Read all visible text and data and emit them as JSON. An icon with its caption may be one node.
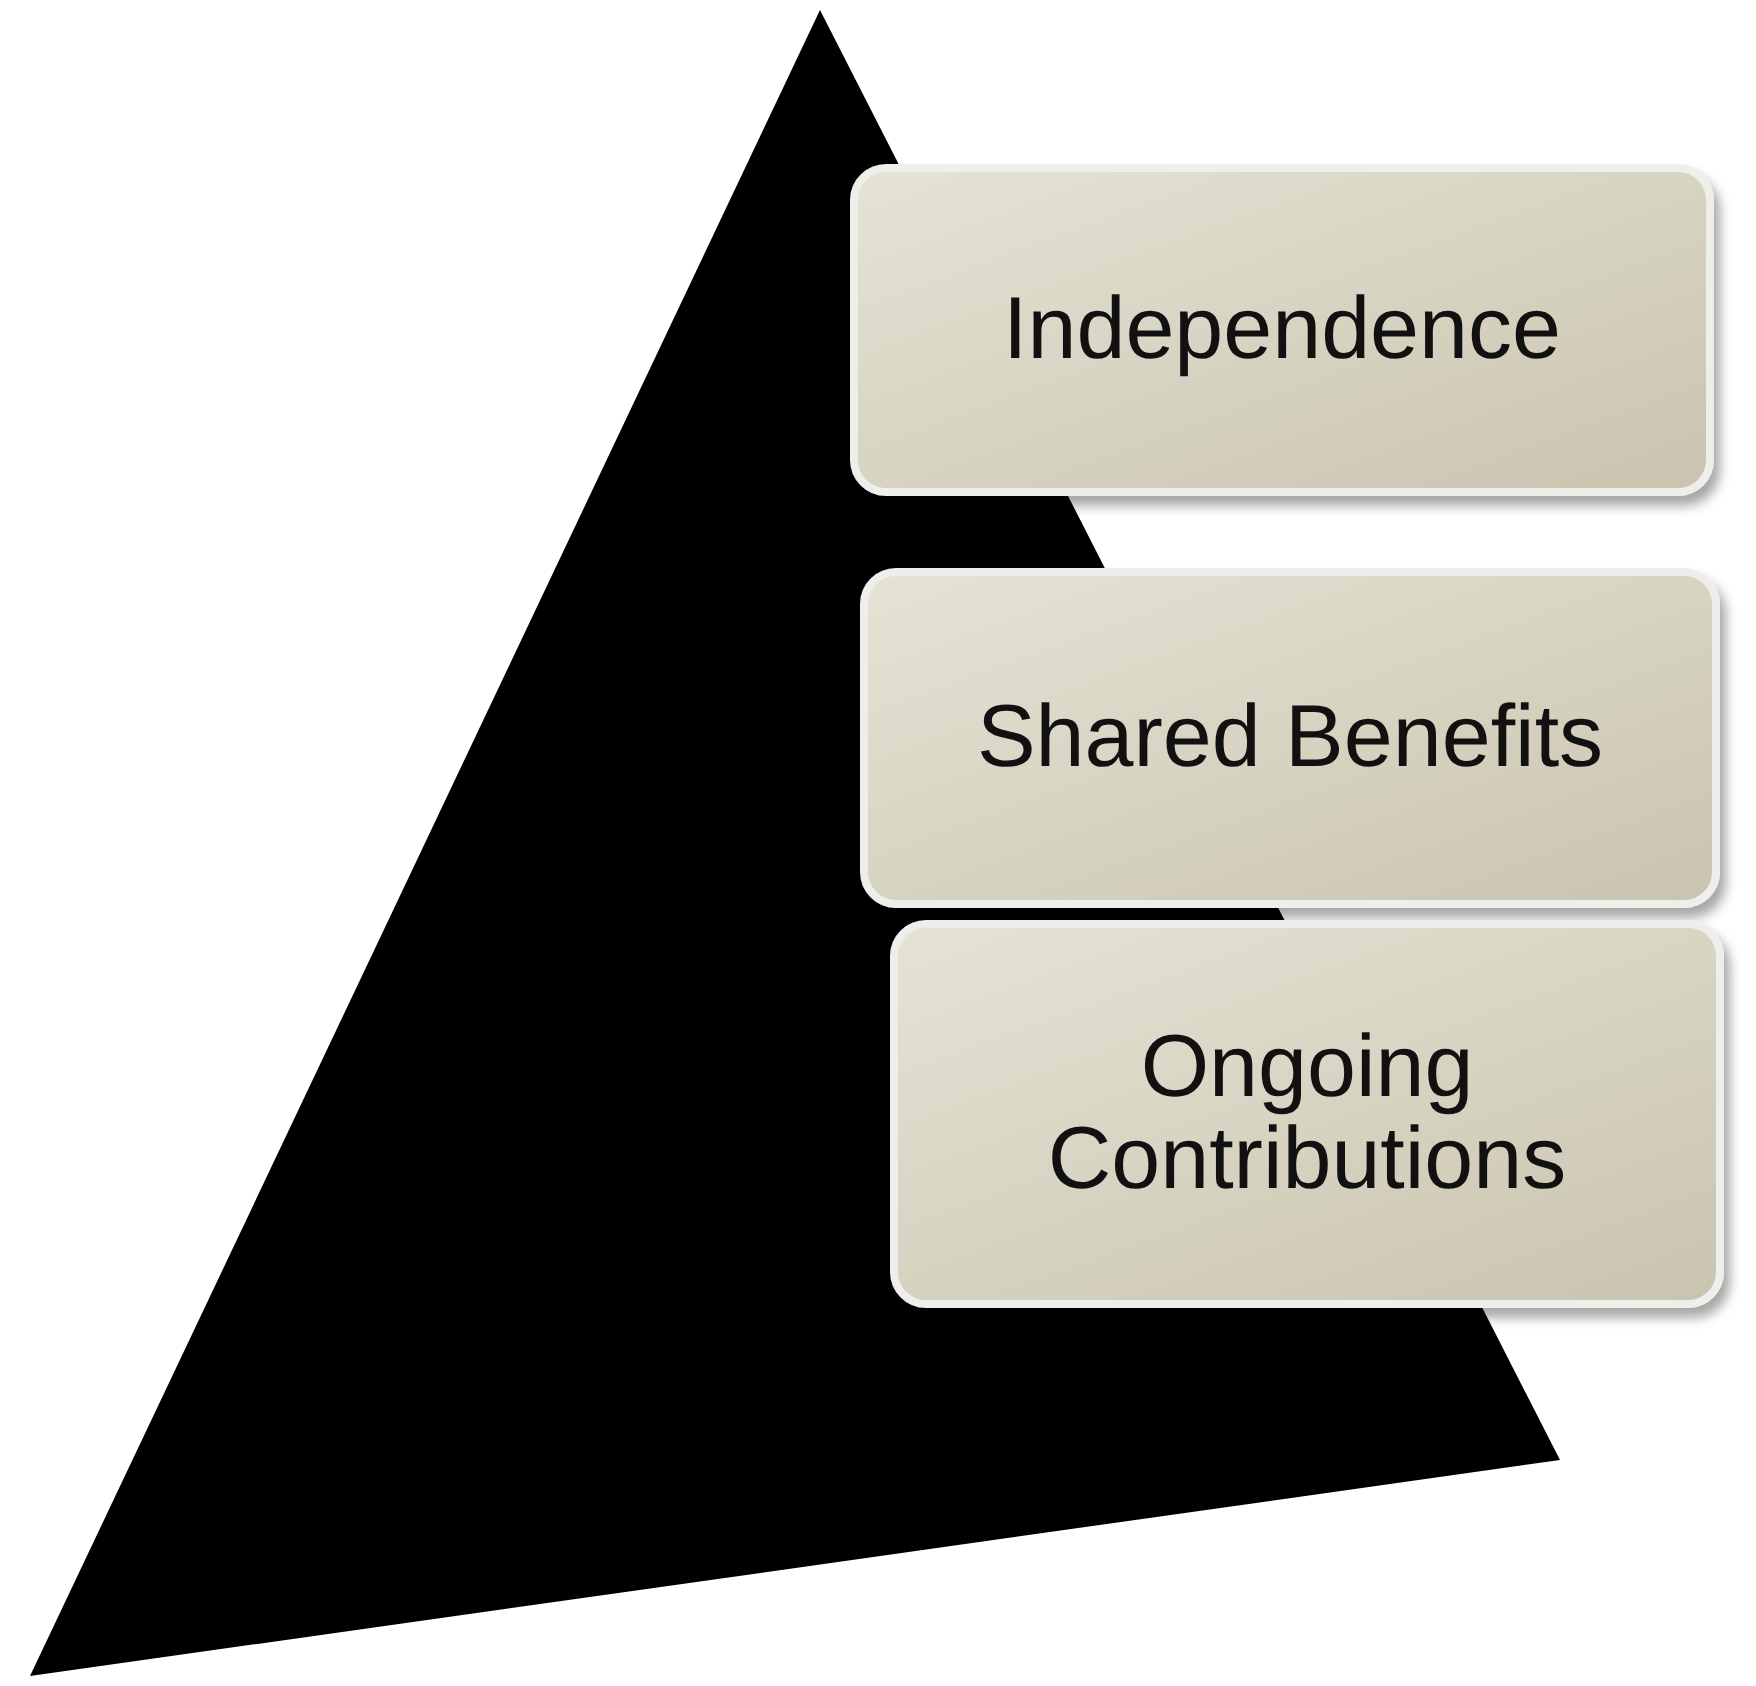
{
  "diagram": {
    "nodes": [
      {
        "text": [
          "Independence"
        ]
      },
      {
        "text": [
          "Shared Benefits"
        ]
      },
      {
        "text": [
          "Ongoing Contributions"
        ]
      }
    ]
  }
}
